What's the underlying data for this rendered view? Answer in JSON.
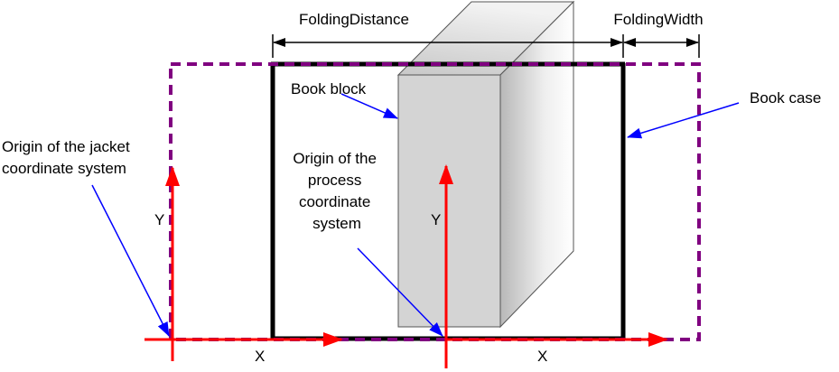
{
  "labels": {
    "folding_distance": "FoldingDistance",
    "folding_width": "FoldingWidth",
    "book_block": "Book block",
    "book_case": "Book case",
    "jacket_origin": [
      "Origin of the jacket",
      "coordinate system"
    ],
    "process_origin": [
      "Origin of the",
      "process",
      "coordinate",
      "system"
    ],
    "y_left": "Y",
    "y_center": "Y",
    "x_left": "X",
    "x_right": "X"
  },
  "colors": {
    "axis": "#ff0000",
    "pointer": "#0000ff",
    "dimension": "#000000",
    "jacket_outline": "#800080",
    "book_block_fill": "#d4d4d4"
  }
}
